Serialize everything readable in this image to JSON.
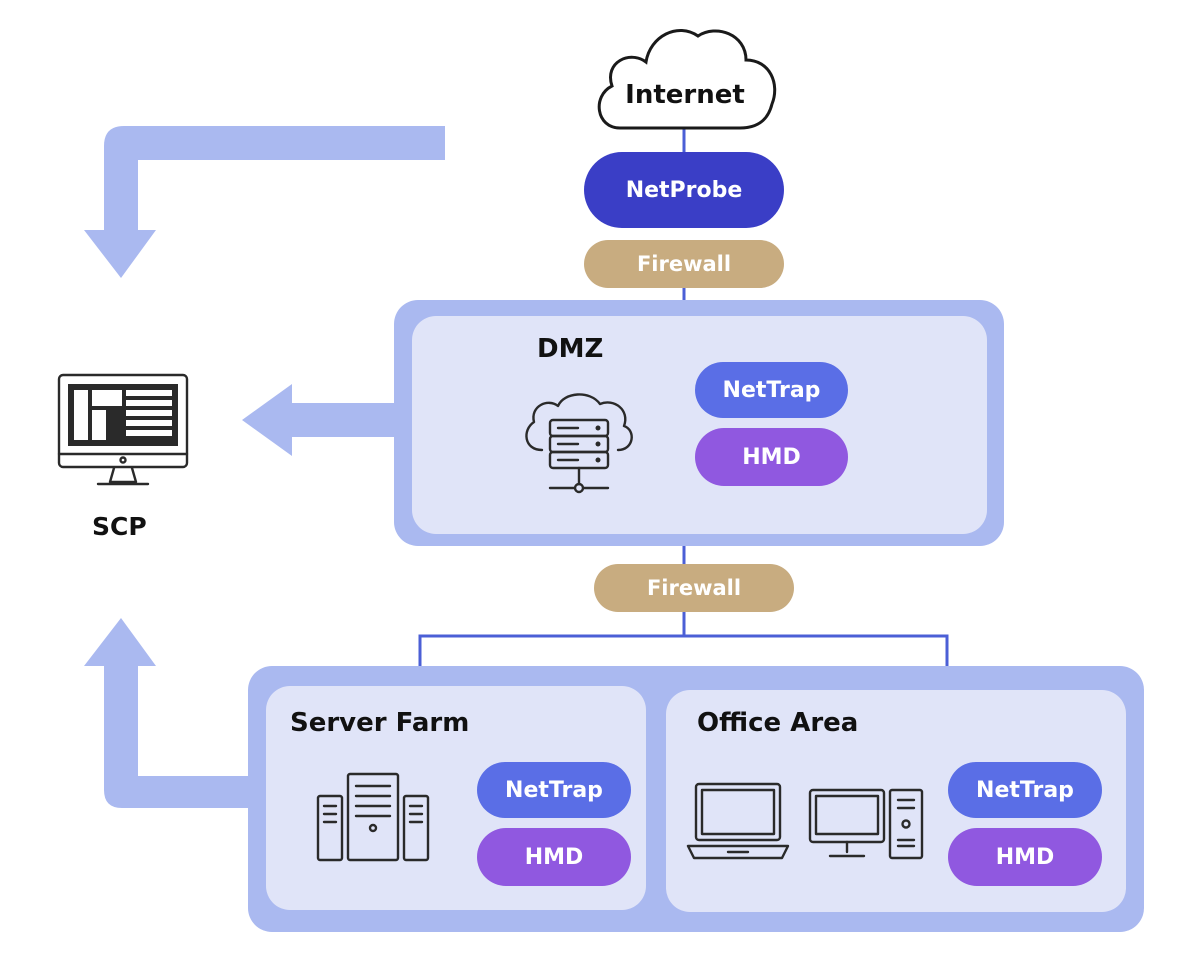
{
  "colors": {
    "link_line": "#4b5fd6",
    "arrow": "#aab9f0",
    "zone_outer": "#aab9f0",
    "zone_inner": "#e0e4f8",
    "netprobe": "#3a3ec6",
    "firewall": "#c8ac80",
    "nettrap": "#5a6ee6",
    "hmd": "#9058e0"
  },
  "internet": {
    "label": "Internet",
    "icon": "cloud-icon"
  },
  "netprobe": {
    "label": "NetProbe"
  },
  "firewall_top": {
    "label": "Firewall"
  },
  "firewall_mid": {
    "label": "Firewall"
  },
  "dmz": {
    "title": "DMZ",
    "icon": "cloud-server-icon",
    "nettrap": "NetTrap",
    "hmd": "HMD"
  },
  "server_farm": {
    "title": "Server Farm",
    "icon": "server-towers-icon",
    "nettrap": "NetTrap",
    "hmd": "HMD"
  },
  "office_area": {
    "title": "Office Area",
    "icons": [
      "laptop-icon",
      "desktop-computer-icon"
    ],
    "nettrap": "NetTrap",
    "hmd": "HMD"
  },
  "scp": {
    "label": "SCP",
    "icon": "monitor-dashboard-icon"
  }
}
